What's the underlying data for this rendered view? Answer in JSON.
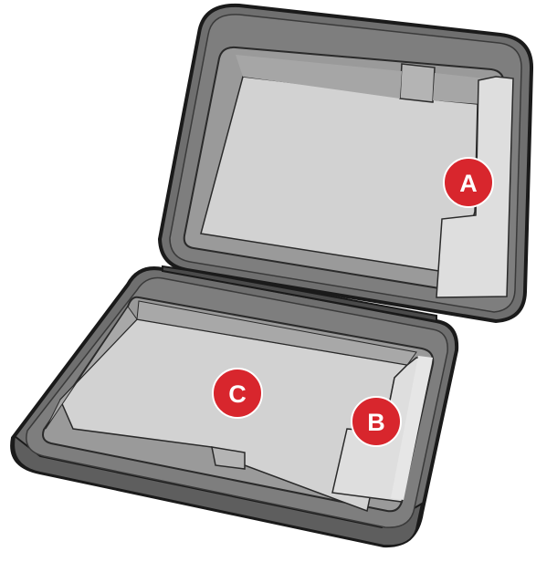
{
  "diagram": {
    "subject": "open-protective-carry-case",
    "callouts": [
      {
        "id": "lid-side-pocket",
        "label": "A"
      },
      {
        "id": "base-side-pocket",
        "label": "B"
      },
      {
        "id": "base-main-compartment",
        "label": "C"
      }
    ],
    "colors": {
      "outline": "#1a1a1a",
      "shell": "#6f6f6f",
      "shell_highlight": "#8a8a8a",
      "foam_wall": "#9a9a9a",
      "compartment_floor": "#d2d2d2",
      "pocket": "#dedede",
      "callout_fill": "#d8262d"
    }
  }
}
